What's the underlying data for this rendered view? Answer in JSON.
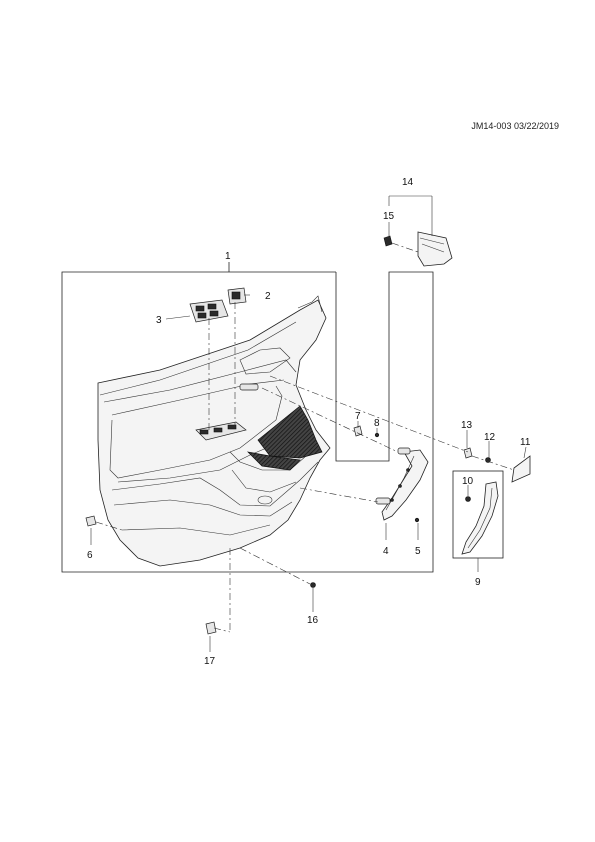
{
  "doc_ref": "JM14-003 03/22/2019",
  "callouts": [
    {
      "id": "c1",
      "label": "1"
    },
    {
      "id": "c2",
      "label": "2"
    },
    {
      "id": "c3",
      "label": "3"
    },
    {
      "id": "c4",
      "label": "4"
    },
    {
      "id": "c5",
      "label": "5"
    },
    {
      "id": "c6",
      "label": "6"
    },
    {
      "id": "c7",
      "label": "7"
    },
    {
      "id": "c8",
      "label": "8"
    },
    {
      "id": "c9",
      "label": "9"
    },
    {
      "id": "c10",
      "label": "10"
    },
    {
      "id": "c11",
      "label": "11"
    },
    {
      "id": "c12",
      "label": "12"
    },
    {
      "id": "c13",
      "label": "13"
    },
    {
      "id": "c14",
      "label": "14"
    },
    {
      "id": "c15",
      "label": "15"
    },
    {
      "id": "c16",
      "label": "16"
    },
    {
      "id": "c17",
      "label": "17"
    }
  ]
}
